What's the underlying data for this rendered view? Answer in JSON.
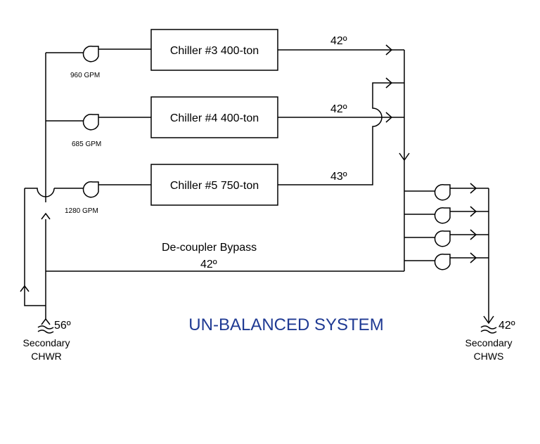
{
  "title": "UN-BALANCED SYSTEM",
  "chillers": [
    {
      "label": "Chiller #3 400-ton",
      "flow": "960 GPM",
      "supply_temp": "42º"
    },
    {
      "label": "Chiller #4 400-ton",
      "flow": "685 GPM",
      "supply_temp": "42º"
    },
    {
      "label": "Chiller #5 750-ton",
      "flow": "1280 GPM",
      "supply_temp": "43º"
    }
  ],
  "bypass": {
    "label": "De-coupler Bypass",
    "temp": "42º"
  },
  "return": {
    "temp": "56º",
    "line1": "Secondary",
    "line2": "CHWR"
  },
  "supply": {
    "temp": "42º",
    "line1": "Secondary",
    "line2": "CHWS"
  },
  "colors": {
    "title": "#1f3a93",
    "lines": "#000000"
  }
}
